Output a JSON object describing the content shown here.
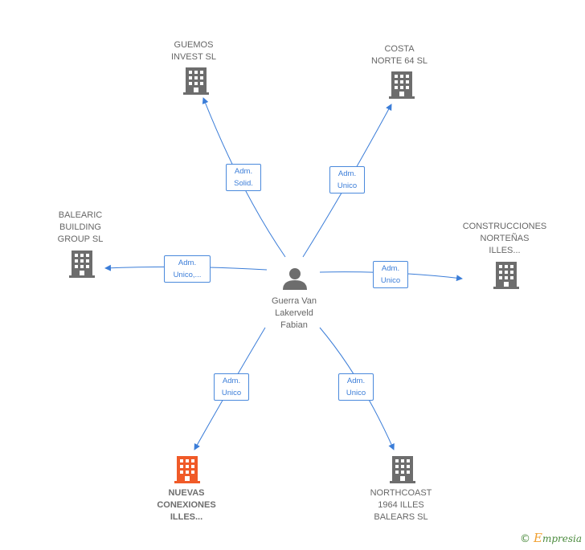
{
  "center": {
    "name": "Guerra Van\nLakerveld\nFabian"
  },
  "companies": [
    {
      "id": "guemos",
      "name": "GUEMOS\nINVEST  SL",
      "role": "Adm.\nSolid.",
      "highlight": false
    },
    {
      "id": "costa",
      "name": "COSTA\nNORTE 64 SL",
      "role": "Adm.\nUnico",
      "highlight": false
    },
    {
      "id": "balearic",
      "name": "BALEARIC\nBUILDING\nGROUP  SL",
      "role": "Adm.\nUnico,...",
      "highlight": false
    },
    {
      "id": "construcciones",
      "name": "CONSTRUCCIONES\nNORTEÑAS\nILLES...",
      "role": "Adm.\nUnico",
      "highlight": false
    },
    {
      "id": "nuevas",
      "name": "NUEVAS\nCONEXIONES\nILLES...",
      "role": "Adm.\nUnico",
      "highlight": true
    },
    {
      "id": "northcoast",
      "name": "NORTHCOAST\n1964 ILLES\nBALEARS  SL",
      "role": "Adm.\nUnico",
      "highlight": false
    }
  ],
  "colors": {
    "edge": "#3b7dd8",
    "building": "#6d6d6d",
    "building_highlight": "#f05a28",
    "person": "#6d6d6d"
  },
  "footer": {
    "copyright": "©",
    "brand_initial": "E",
    "brand_rest": "mpresia"
  }
}
